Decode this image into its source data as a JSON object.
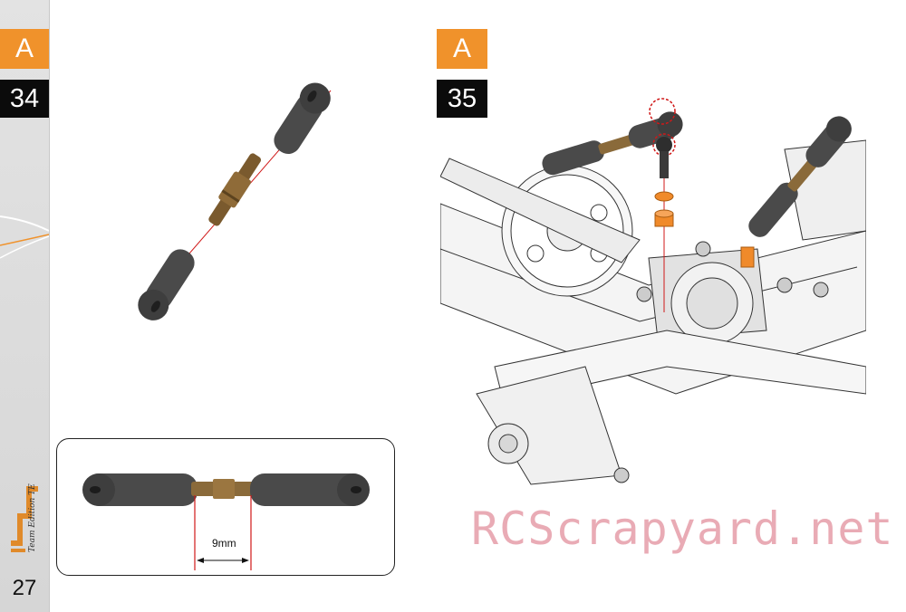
{
  "page_number": "27",
  "brand": {
    "logo_text": "Team Edition TE"
  },
  "steps": [
    {
      "section": "A",
      "number": "34"
    },
    {
      "section": "A",
      "number": "35"
    }
  ],
  "detail": {
    "dimension": "9mm"
  },
  "watermark": "RCScrapyard.net",
  "colors": {
    "accent": "#f0922b",
    "number_bg": "#0b0b0b",
    "part_dark": "#4a4a4a",
    "part_brass": "#8a6a3a",
    "guide_line": "#d01818",
    "watermark": "#e7a3ad"
  }
}
